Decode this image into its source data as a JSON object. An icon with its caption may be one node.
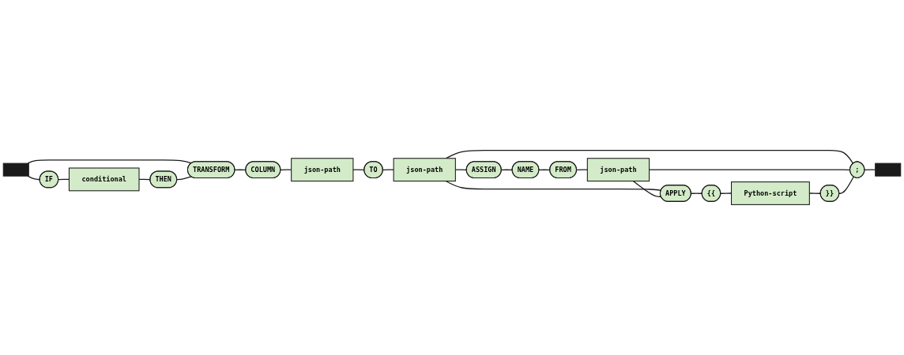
{
  "diagram": {
    "nodes": [
      {
        "text": [],
        "shape": "bar"
      },
      {
        "text": [
          "IF"
        ]
      },
      {
        "text": [
          "conditional"
        ]
      },
      {
        "text": [
          "THEN"
        ]
      },
      {
        "text": [
          "TRANSFORM"
        ]
      },
      {
        "text": [
          "COLUMN"
        ]
      },
      {
        "text": [
          "json-path"
        ]
      },
      {
        "text": [
          "TO"
        ]
      },
      {
        "text": [
          "json-path"
        ]
      },
      {
        "text": [
          "ASSIGN"
        ]
      },
      {
        "text": [
          "NAME"
        ]
      },
      {
        "text": [
          "FROM"
        ]
      },
      {
        "text": [
          "json-path"
        ]
      },
      {
        "text": [
          "APPLY"
        ]
      },
      {
        "text": [
          "{{"
        ]
      },
      {
        "text": [
          "Python-script"
        ]
      },
      {
        "text": [
          "}}"
        ]
      },
      {
        "text": [
          ";"
        ]
      },
      {
        "text": [],
        "shape": "bar"
      }
    ],
    "edges": [
      {
        "from": 0,
        "to": 1,
        "arrow": "none"
      },
      {
        "from": 0,
        "to": 4,
        "arrow": "none"
      },
      {
        "from": 1,
        "to": 2,
        "arrow": "none"
      },
      {
        "from": 2,
        "to": 3,
        "arrow": "none"
      },
      {
        "from": 3,
        "to": 4,
        "arrow": "none"
      },
      {
        "from": 4,
        "to": 5,
        "arrow": "none"
      },
      {
        "from": 5,
        "to": 6,
        "arrow": "none"
      },
      {
        "from": 6,
        "to": 7,
        "arrow": "none"
      },
      {
        "from": 7,
        "to": 8,
        "arrow": "none"
      },
      {
        "from": 8,
        "to": 9,
        "arrow": "none"
      },
      {
        "from": 8,
        "to": 13,
        "arrow": "none"
      },
      {
        "from": 8,
        "to": 17,
        "arrow": "none"
      },
      {
        "from": 9,
        "to": 10,
        "arrow": "none"
      },
      {
        "from": 10,
        "to": 11,
        "arrow": "none"
      },
      {
        "from": 11,
        "to": 12,
        "arrow": "none"
      },
      {
        "from": 12,
        "to": 13,
        "arrow": "none"
      },
      {
        "from": 12,
        "to": 17,
        "arrow": "none"
      },
      {
        "from": 13,
        "to": 14,
        "arrow": "none"
      },
      {
        "from": 14,
        "to": 15,
        "arrow": "none"
      },
      {
        "from": 15,
        "to": 16,
        "arrow": "none"
      },
      {
        "from": 16,
        "to": 17,
        "arrow": "none"
      },
      {
        "from": 17,
        "to": 18,
        "arrow": "none"
      }
    ]
  }
}
